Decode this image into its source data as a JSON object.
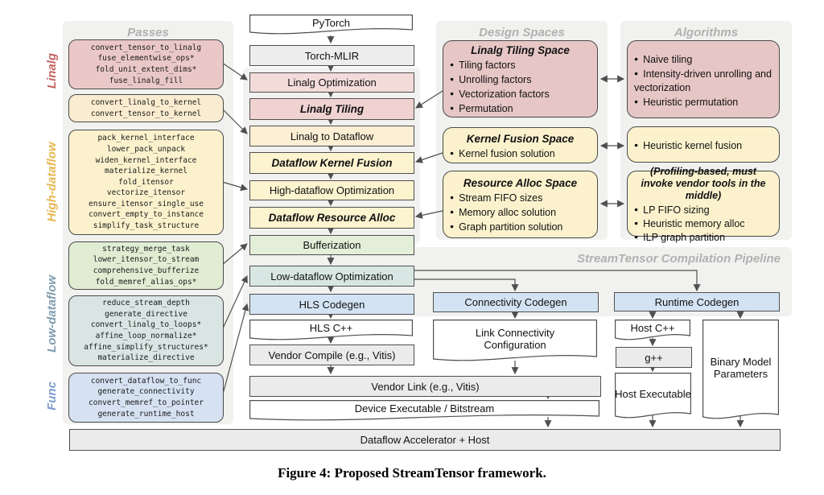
{
  "titles": {
    "passes": "Passes",
    "design_spaces": "Design Spaces",
    "algorithms": "Algorithms",
    "pipeline_label": "StreamTensor Compilation Pipeline"
  },
  "sections": {
    "linalg": {
      "label": "Linalg",
      "color": "#c4625f"
    },
    "high_dataflow": {
      "label": "High-dataflow",
      "color": "#e5b74f"
    },
    "low_dataflow": {
      "label": "Low-dataflow",
      "color": "#7d9aad"
    },
    "func": {
      "label": "Func",
      "color": "#7c9bce"
    }
  },
  "passes": {
    "box1": {
      "fill": "#eac8c7",
      "lines": [
        "convert_tensor_to_linalg",
        "fuse_elementwise_ops*",
        "fold_unit_extent_dims*",
        "fuse_linalg_fill"
      ]
    },
    "box2": {
      "fill": "#faecd0",
      "lines": [
        "convert_linalg_to_kernel",
        "convert_tensor_to_kernel"
      ]
    },
    "box3": {
      "fill": "#fbf2cd",
      "lines": [
        "pack_kernel_interface",
        "lower_pack_unpack",
        "widen_kernel_interface",
        "materialize_kernel",
        "fold_itensor",
        "vectorize_itensor",
        "ensure_itensor_single_use",
        "convert_empty_to_instance",
        "simplify_task_structure"
      ]
    },
    "box4": {
      "fill": "#e0edd3",
      "lines": [
        "strategy_merge_task",
        "lower_itensor_to_stream",
        "comprehensive_bufferize",
        "fold_memref_alias_ops*"
      ]
    },
    "box5": {
      "fill": "#d8e5e3",
      "lines": [
        "reduce_stream_depth",
        "generate_directive",
        "convert_linalg_to_loops*",
        "affine_loop_normalize*",
        "affine_simplify_structures*",
        "materialize_directive"
      ]
    },
    "box6": {
      "fill": "#d6e2f2",
      "lines": [
        "convert_dataflow_to_func",
        "generate_connectivity",
        "convert_memref_to_pointer",
        "generate_runtime_host"
      ]
    }
  },
  "pipeline": {
    "pytorch": "PyTorch",
    "torch_mlir": {
      "label": "Torch-MLIR",
      "fill": "#ededed"
    },
    "linalg_optimization": {
      "label": "Linalg Optimization",
      "fill": "#f3dbda"
    },
    "linalg_tiling": {
      "label": "Linalg Tiling",
      "fill": "#f0d2d1"
    },
    "linalg_to_dataflow": {
      "label": "Linalg to Dataflow",
      "fill": "#fcefd4"
    },
    "dataflow_kernel_fusion": {
      "label": "Dataflow Kernel Fusion",
      "fill": "#fcf3cf"
    },
    "high_dataflow_optimization": {
      "label": "High-dataflow Optimization",
      "fill": "#fcf3cf"
    },
    "dataflow_resource_alloc": {
      "label": "Dataflow Resource Alloc",
      "fill": "#fcf3cf"
    },
    "bufferization": {
      "label": "Bufferization",
      "fill": "#e3efd9"
    },
    "low_dataflow_optimization": {
      "label": "Low-dataflow Optimization",
      "fill": "#d8e7e3"
    },
    "hls_codegen": {
      "label": "HLS Codegen",
      "fill": "#d4e3f3"
    },
    "hls_cpp": "HLS C++",
    "vendor_compile": {
      "label": "Vendor Compile (e.g., Vitis)",
      "fill": "#ebebeb"
    },
    "vendor_link": {
      "label": "Vendor Link (e.g., Vitis)",
      "fill": "#ebebeb"
    },
    "device_executable": "Device Executable / Bitstream",
    "accelerator": {
      "label": "Dataflow Accelerator + Host",
      "fill": "#ebebeb"
    }
  },
  "branches": {
    "connectivity_codegen": {
      "label": "Connectivity Codegen",
      "fill": "#d4e3f3"
    },
    "link_connectivity_configuration": "Link Connectivity Configuration",
    "runtime_codegen": {
      "label": "Runtime Codegen",
      "fill": "#d4e3f3"
    },
    "host_cpp": "Host C++",
    "gpp": {
      "label": "g++",
      "fill": "#ebebeb"
    },
    "host_executable": "Host Executable",
    "binary_model_parameters": "Binary Model Parameters"
  },
  "design_spaces": {
    "tiling": {
      "fill": "#e7c7c6",
      "title": "Linalg Tiling Space",
      "bullets": [
        "Tiling factors",
        "Unrolling factors",
        "Vectorization factors",
        "Permutation"
      ]
    },
    "fusion": {
      "fill": "#fbf2cd",
      "title": "Kernel Fusion Space",
      "bullets": [
        "Kernel fusion solution"
      ]
    },
    "alloc": {
      "fill": "#fbf2cd",
      "title": "Resource Alloc Space",
      "bullets": [
        "Stream FIFO sizes",
        "Memory alloc solution",
        "Graph partition solution"
      ]
    }
  },
  "algorithms": {
    "tiling": {
      "fill": "#e7c7c6",
      "bullets": [
        "Naive tiling",
        "Intensity-driven unrolling and vectorization",
        "Heuristic permutation"
      ]
    },
    "fusion": {
      "fill": "#fbf2cd",
      "bullets": [
        "Heuristic kernel fusion"
      ]
    },
    "alloc": {
      "fill": "#fbf2cd",
      "note": "(Profiling-based, must invoke vendor tools in the middle)",
      "bullets": [
        "LP FIFO sizing",
        "Heuristic memory alloc",
        "ILP graph partition"
      ]
    }
  },
  "caption": "Figure 4: Proposed StreamTensor framework."
}
